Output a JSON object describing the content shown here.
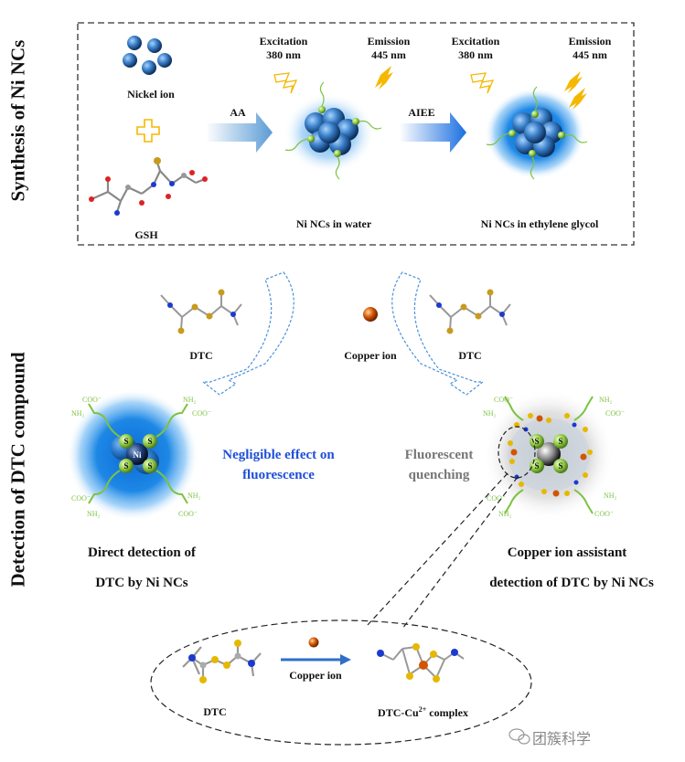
{
  "side_titles": {
    "synthesis": "Synthesis of Ni NCs",
    "detection": "Detection of DTC compound"
  },
  "synthesis": {
    "nickel_ion": "Nickel ion",
    "gsh": "GSH",
    "aa": "AA",
    "aiee": "AIEE",
    "excitation_1": "Excitation",
    "excitation_1_nm": "380 nm",
    "emission_1": "Emission",
    "emission_1_nm": "445 nm",
    "excitation_2": "Excitation",
    "excitation_2_nm": "380 nm",
    "emission_2": "Emission",
    "emission_2_nm": "445 nm",
    "ni_water": "Ni NCs in water",
    "ni_eg": "Ni NCs in ethylene glycol"
  },
  "detection": {
    "dtc_left": "DTC",
    "copper_ion": "Copper ion",
    "dtc_right": "DTC",
    "negligible_1": "Negligible effect on",
    "negligible_2": "fluorescence",
    "quench_1": "Fluorescent",
    "quench_2": "quenching",
    "direct_1": "Direct detection of",
    "direct_2": "DTC by Ni NCs",
    "assist_1": "Copper ion assistant",
    "assist_2": "detection of DTC by Ni NCs",
    "ligand_nh": "NH₂",
    "ligand_coo": "COO⁻",
    "atom_s": "S",
    "atom_ni": "Ni"
  },
  "inset": {
    "dtc": "DTC",
    "copper_ion": "Copper ion",
    "complex_prefix": "DTC-Cu",
    "complex_sup": "2+",
    "complex_suffix": " complex"
  },
  "watermark": {
    "text": "团簇科学"
  },
  "colors": {
    "blue_glow": "#1e88e5",
    "negligible_text": "#1f4fd8",
    "quench_text": "#777777",
    "ligand_green": "#7dc242",
    "sulfur_yellow": "#e6b800",
    "copper_orange": "#d35400",
    "bolt_yellow": "#f5b800"
  }
}
